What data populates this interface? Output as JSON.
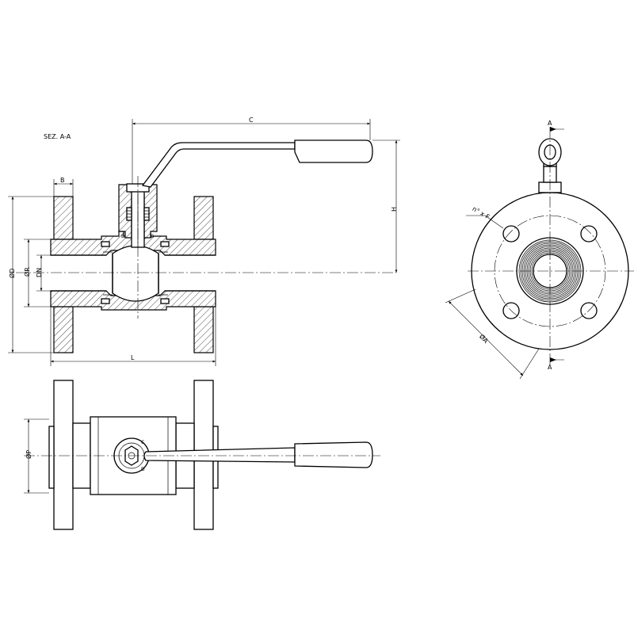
{
  "section_label": "SEZ. A-A",
  "dimensions": {
    "B": "B",
    "C": "C",
    "H": "H",
    "D": "ØD",
    "R": "ØR",
    "DN": "DN",
    "L": "L",
    "P": "ØP",
    "A_diameter": "ØA",
    "n_x_F": "n° x F",
    "section_mark_top": "A",
    "section_mark_bottom": "A"
  },
  "small_marks": {
    "stem_left": "B",
    "stem_right": "B",
    "top_view_c": "C",
    "top_view_d": "D"
  }
}
